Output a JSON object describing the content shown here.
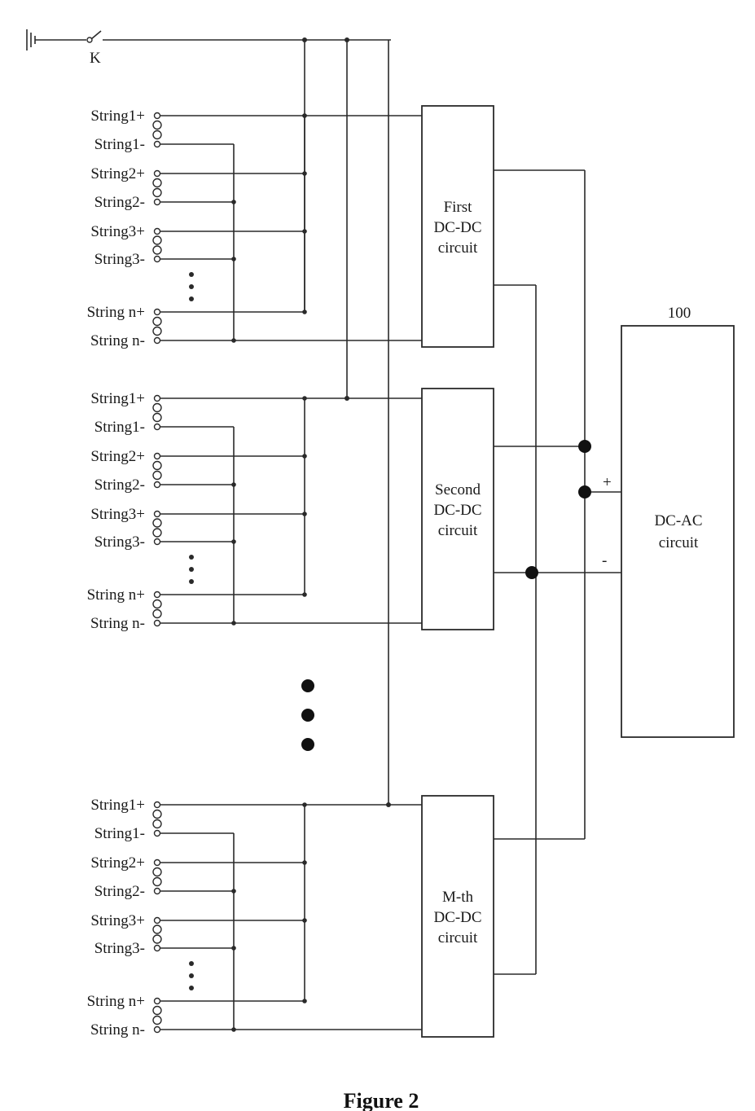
{
  "switch": {
    "label": "K"
  },
  "groups": [
    {
      "strings": [
        "String1+",
        "String1-",
        "String2+",
        "String2-",
        "String3+",
        "String3-",
        "String  n+",
        "String  n-"
      ]
    },
    {
      "strings": [
        "String1+",
        "String1-",
        "String2+",
        "String2-",
        "String3+",
        "String3-",
        "String  n+",
        "String  n-"
      ]
    },
    {
      "strings": [
        "String1+",
        "String1-",
        "String2+",
        "String2-",
        "String3+",
        "String3-",
        "String  n+",
        "String  n-"
      ]
    }
  ],
  "dcdc": [
    {
      "lines": [
        "First",
        "DC-DC",
        "circuit"
      ]
    },
    {
      "lines": [
        "Second",
        "DC-DC",
        "circuit"
      ]
    },
    {
      "lines": [
        "M-th",
        "DC-DC",
        "circuit"
      ]
    }
  ],
  "dcac": {
    "ref": "100",
    "lines": [
      "DC-AC",
      "circuit"
    ],
    "plus": "+",
    "minus": "-"
  },
  "caption": "Figure 2"
}
